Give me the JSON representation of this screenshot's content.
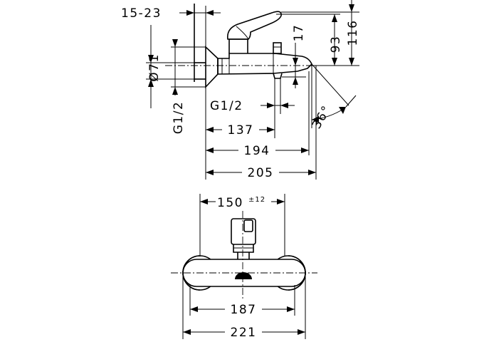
{
  "side_view": {
    "dim_15_23": "15-23",
    "dim_93": "93",
    "dim_116": "116",
    "dim_17": "17",
    "dim_o71": "Ø71",
    "dim_g12_vertical": "G1/2",
    "dim_g12": "G1/2",
    "dim_36deg": "36°",
    "dim_137": "137",
    "dim_194": "194",
    "dim_205": "205"
  },
  "front_view": {
    "dim_150": "150",
    "dim_150_tol": "±12",
    "dim_187": "187",
    "dim_221": "221"
  }
}
